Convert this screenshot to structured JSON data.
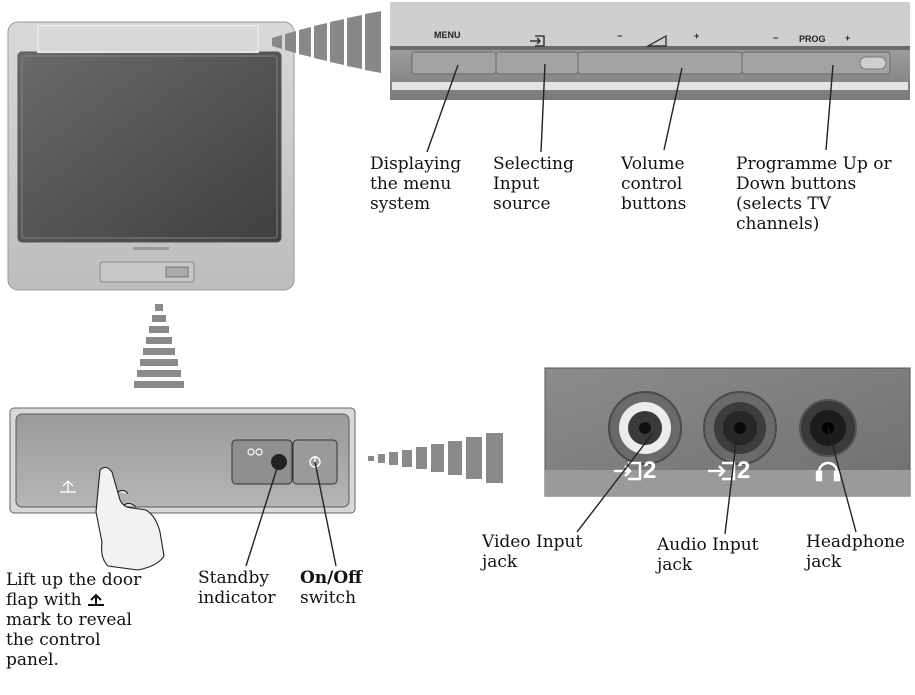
{
  "top_panel": {
    "menu": "MENU",
    "input_icon": "input-source-icon",
    "vol_minus": "−",
    "vol_icon": "volume-ramp-icon",
    "vol_plus": "+",
    "prog_minus": "−",
    "prog": "PROG",
    "prog_plus": "+"
  },
  "top_labels": {
    "menu": "Displaying\nthe menu\nsystem",
    "input": "Selecting\nInput\nsource",
    "volume": "Volume\ncontrol\nbuttons",
    "programme": "Programme Up or\nDown buttons\n(selects TV\nchannels)"
  },
  "jacks": {
    "video_num": "2",
    "audio_num": "2",
    "headphone_icon": "headphone-icon"
  },
  "jack_labels": {
    "video": "Video Input\njack",
    "audio": "Audio Input\njack",
    "headphone": "Headphone\njack"
  },
  "bottom_labels": {
    "door": "Lift up the door\nflap with ⏶\nmark to reveal\nthe control\npanel.",
    "door_line1": "Lift up the door",
    "door_line2a": "flap with",
    "door_line3": "mark to reveal",
    "door_line4": "the control",
    "door_line5": "panel.",
    "standby": "Standby\nindicator",
    "onoff_bold": "On/Off",
    "onoff_rest": "switch"
  }
}
